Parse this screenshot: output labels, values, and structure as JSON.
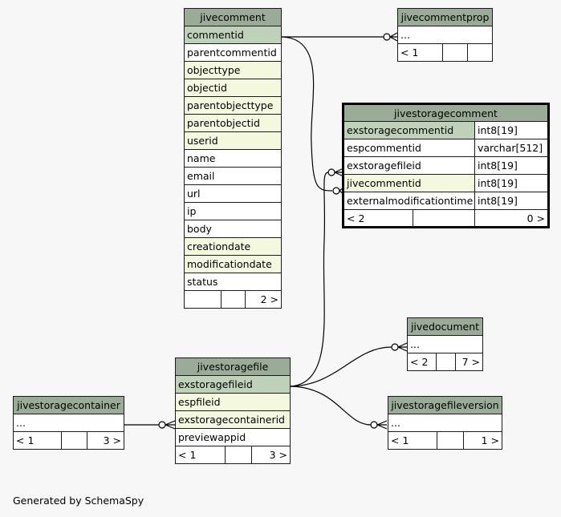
{
  "tables": {
    "jivecomment": {
      "name": "jivecomment",
      "columns": [
        {
          "name": "commentid",
          "kind": "pk"
        },
        {
          "name": "parentcommentid",
          "kind": ""
        },
        {
          "name": "objecttype",
          "kind": "fk"
        },
        {
          "name": "objectid",
          "kind": "fk"
        },
        {
          "name": "parentobjecttype",
          "kind": "fk"
        },
        {
          "name": "parentobjectid",
          "kind": "fk"
        },
        {
          "name": "userid",
          "kind": "fk"
        },
        {
          "name": "name",
          "kind": ""
        },
        {
          "name": "email",
          "kind": ""
        },
        {
          "name": "url",
          "kind": ""
        },
        {
          "name": "ip",
          "kind": ""
        },
        {
          "name": "body",
          "kind": ""
        },
        {
          "name": "creationdate",
          "kind": "fk"
        },
        {
          "name": "modificationdate",
          "kind": "fk"
        },
        {
          "name": "status",
          "kind": ""
        }
      ],
      "footer": [
        "",
        "",
        "2 >"
      ]
    },
    "jivecommentprop": {
      "name": "jivecommentprop",
      "columns": [
        {
          "name": "...",
          "kind": ""
        }
      ],
      "footer": [
        "< 1",
        "",
        ""
      ]
    },
    "jivestoragecomment": {
      "name": "jivestoragecomment",
      "columns": [
        {
          "name": "exstoragecommentid",
          "type": "int8[19]",
          "kind": "pk"
        },
        {
          "name": "espcommentid",
          "type": "varchar[512]",
          "kind": ""
        },
        {
          "name": "exstoragefileid",
          "type": "int8[19]",
          "kind": ""
        },
        {
          "name": "jivecommentid",
          "type": "int8[19]",
          "kind": "fk"
        },
        {
          "name": "externalmodificationtime",
          "type": "int8[19]",
          "kind": ""
        }
      ],
      "footer": [
        "< 2",
        "",
        "0 >"
      ]
    },
    "jivedocument": {
      "name": "jivedocument",
      "columns": [
        {
          "name": "...",
          "kind": ""
        }
      ],
      "footer": [
        "< 2",
        "",
        "7 >"
      ]
    },
    "jivestoragefile": {
      "name": "jivestoragefile",
      "columns": [
        {
          "name": "exstoragefileid",
          "kind": "pk"
        },
        {
          "name": "espfileid",
          "kind": "fk"
        },
        {
          "name": "exstoragecontainerid",
          "kind": "fk"
        },
        {
          "name": "previewappid",
          "kind": ""
        }
      ],
      "footer": [
        "< 1",
        "",
        "3 >"
      ]
    },
    "jivestoragecontainer": {
      "name": "jivestoragecontainer",
      "columns": [
        {
          "name": "...",
          "kind": ""
        }
      ],
      "footer": [
        "< 1",
        "",
        "3 >"
      ]
    },
    "jivestoragefileversion": {
      "name": "jivestoragefileversion",
      "columns": [
        {
          "name": "...",
          "kind": ""
        }
      ],
      "footer": [
        "< 1",
        "",
        "1 >"
      ]
    }
  },
  "footer_text": "Generated by SchemaSpy",
  "colors": {
    "header": "#9aab98",
    "primary_key": "#bfd1b9",
    "foreign_key": "#f4f8df",
    "background": "#f7f7f7"
  }
}
